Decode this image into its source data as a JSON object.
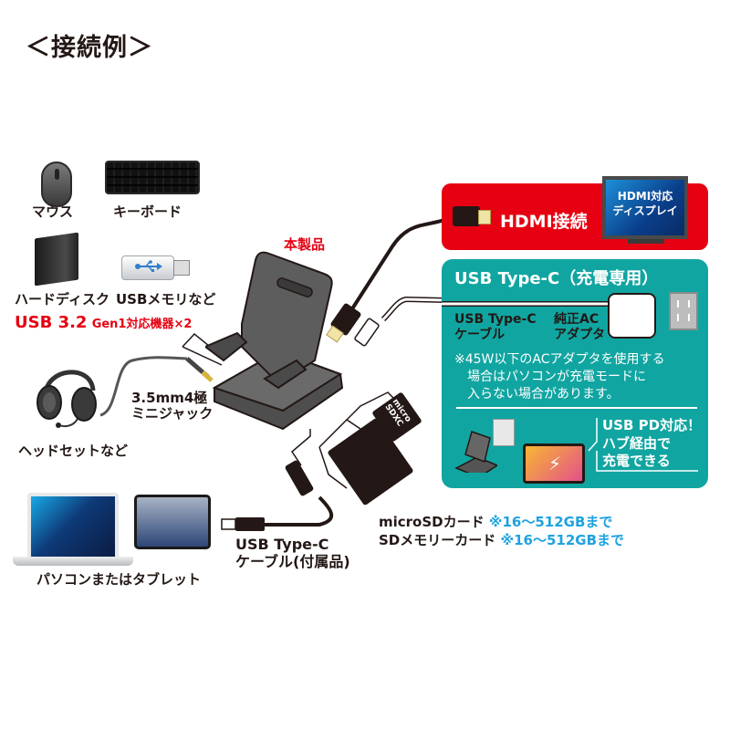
{
  "title": "＜接続例＞",
  "devices": {
    "mouse": "マウス",
    "keyboard": "キーボード",
    "hdd": "ハードディスク",
    "usb_memory": "USBメモリなど",
    "usb_group_label_main": "USB 3.2",
    "usb_group_label_sub": "Gen1対応機器×2",
    "headset": "ヘッドセットなど",
    "jack_line1": "3.5mm4極",
    "jack_line2": "ミニジャック",
    "pc_tablet": "パソコンまたはタブレット"
  },
  "product": {
    "label": "本製品"
  },
  "usb_c_cable": {
    "line1": "USB Type-C",
    "line2": "ケーブル(付属品)"
  },
  "hdmi": {
    "label": "HDMI接続",
    "display_line1": "HDMI対応",
    "display_line2": "ディスプレイ",
    "box_color": "#e60012"
  },
  "charging": {
    "title": "USB Type-C（充電専用）",
    "cable_line1": "USB Type-C",
    "cable_line2": "ケーブル",
    "adapter_line1": "純正AC",
    "adapter_line2": "アダプタ",
    "note_line1": "※45W以下のACアダプタを使用する",
    "note_line2": "場合はパソコンが充電モードに",
    "note_line3": "入らない場合があります。",
    "pd_line1": "USB PD対応！",
    "pd_line2": "ハブ経由で",
    "pd_line3": "充電できる",
    "box_color": "#11a5a1"
  },
  "cards": {
    "microsd_label": "microSDカード",
    "microsd_capacity": "※16〜512GBまで",
    "sd_label": "SDメモリーカード",
    "sd_capacity": "※16〜512GBまで",
    "microsd_icon_text": "micro SDXC"
  },
  "icons": {
    "usb_symbol": "⭠",
    "bolt": "⚡"
  }
}
